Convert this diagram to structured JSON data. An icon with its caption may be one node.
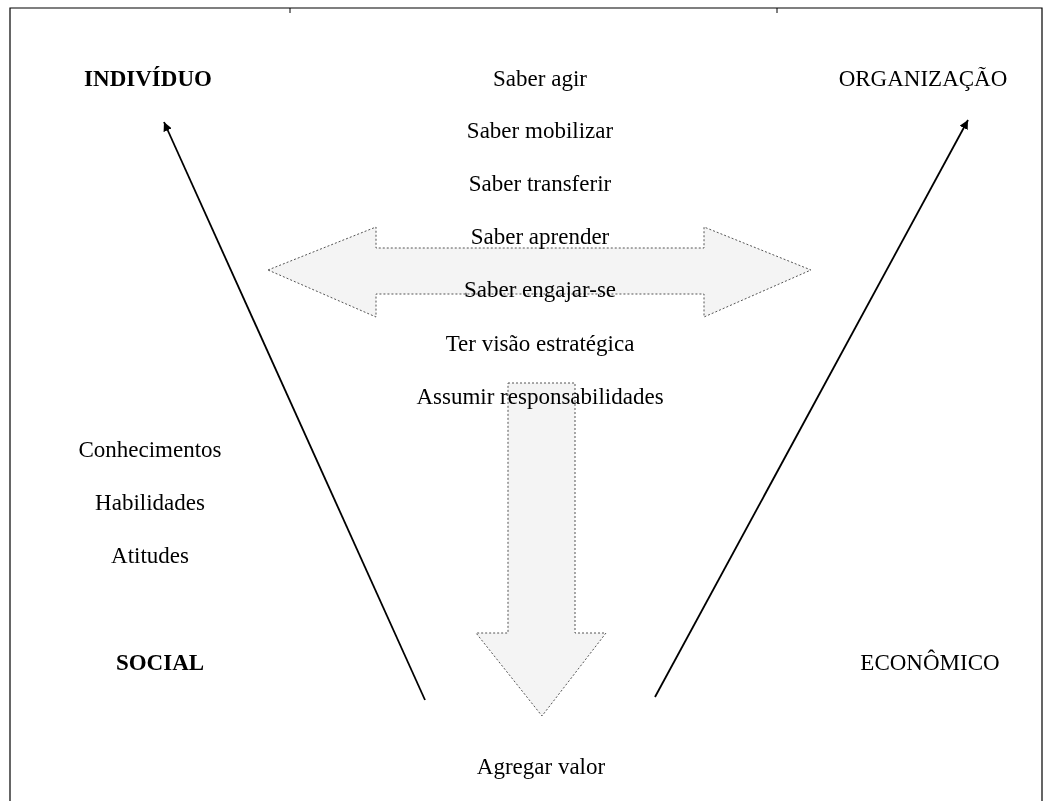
{
  "diagram": {
    "nodes": [
      {
        "text": [
          "INDIVÍDUO"
        ]
      },
      {
        "text": [
          "ORGANIZAÇÃO"
        ]
      },
      {
        "text": [
          "SOCIAL"
        ]
      },
      {
        "text": [
          "ECONÔMICO"
        ]
      },
      {
        "text": [
          "Agregar valor"
        ]
      }
    ],
    "edges": [
      {
        "from": null,
        "to": 0,
        "arrow": "to"
      },
      {
        "from": null,
        "to": 1,
        "arrow": "to"
      }
    ],
    "labels": [
      "Saber agir",
      "Saber mobilizar",
      "Saber transferir",
      "Saber aprender",
      "Saber engajar-se",
      "Ter visão estratégica",
      "Assumir responsabilidades",
      "Conhecimentos",
      "Habilidades",
      "Atitudes"
    ]
  }
}
